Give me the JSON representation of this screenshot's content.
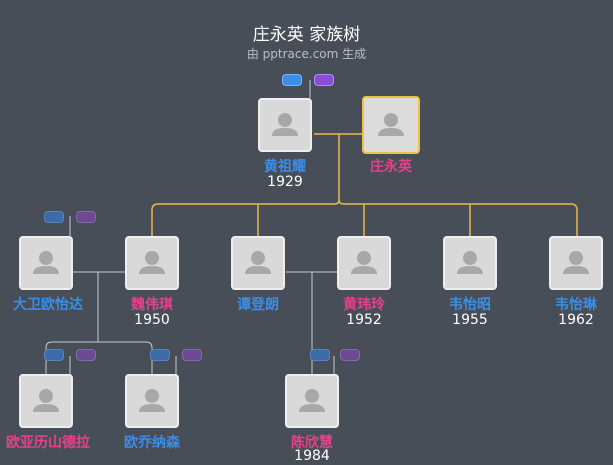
{
  "header": {
    "title": "庄永英 家族树",
    "subtitle": "由 pptrace.com 生成"
  },
  "colors": {
    "background": "#484e58",
    "male": "#3a8de8",
    "female": "#e8408a",
    "focus_border": "#f0c040",
    "line_focus": "#e8b84a",
    "line_normal": "#c8cbd0"
  },
  "people": {
    "huang_zuyao": {
      "name": "黄祖耀",
      "year": "1929"
    },
    "zhuang_yongying": {
      "name": "庄永英",
      "year": ""
    },
    "david": {
      "name": "大卫欧怡达",
      "year": ""
    },
    "wei_weiqi": {
      "name": "魏伟琪",
      "year": "1950"
    },
    "tan_denglang": {
      "name": "谭登朗",
      "year": ""
    },
    "huang_weiling": {
      "name": "黄玮玲",
      "year": "1952"
    },
    "wei_yizhao": {
      "name": "韦怡昭",
      "year": "1955"
    },
    "wei_yilin": {
      "name": "韦怡琳",
      "year": "1962"
    },
    "ouya": {
      "name": "欧亚历山德拉",
      "year": ""
    },
    "ouqiao": {
      "name": "欧乔纳森",
      "year": ""
    },
    "chen_xinhui": {
      "name": "陈欣慧",
      "year": "1984"
    }
  }
}
